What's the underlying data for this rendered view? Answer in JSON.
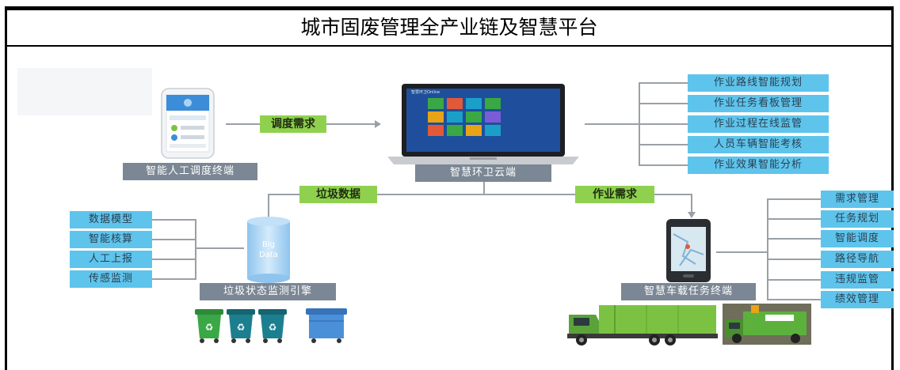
{
  "title": "城市固废管理全产业链及智慧平台",
  "center": {
    "label": "智慧环卫云端",
    "screen_title": "智慧环卫Online"
  },
  "dispatch_terminal": {
    "label": "智能人工调度终端"
  },
  "vehicle_terminal": {
    "label": "智慧车载任务终端"
  },
  "engine": {
    "label": "垃圾状态监测引擎",
    "cylinder_text_1": "Big",
    "cylinder_text_2": "Data"
  },
  "flows": {
    "dispatch_demand": "调度需求",
    "garbage_data": "垃圾数据",
    "work_demand": "作业需求"
  },
  "cloud_functions": [
    "作业路线智能规划",
    "作业任务看板管理",
    "作业过程在线监管",
    "人员车辆智能考核",
    "作业效果智能分析"
  ],
  "data_sources": [
    "数据模型",
    "智能核算",
    "人工上报",
    "传感监测"
  ],
  "vehicle_functions": [
    "需求管理",
    "任务规划",
    "智能调度",
    "路径导航",
    "违规监管",
    "绩效管理"
  ],
  "colors": {
    "tag_blue": "#5ec4ec",
    "caption_gray": "#7b8794",
    "flow_green": "#8fd14f",
    "bin_green": "#3aa845",
    "bin_teal": "#1b7f8f",
    "bin_blue": "#4a90d9",
    "truck_green": "#7cc242"
  },
  "icons": [
    "recycle-icon",
    "smartphone-icon",
    "laptop-icon",
    "database-icon",
    "garbage-truck-icon",
    "trash-bin-icon"
  ]
}
